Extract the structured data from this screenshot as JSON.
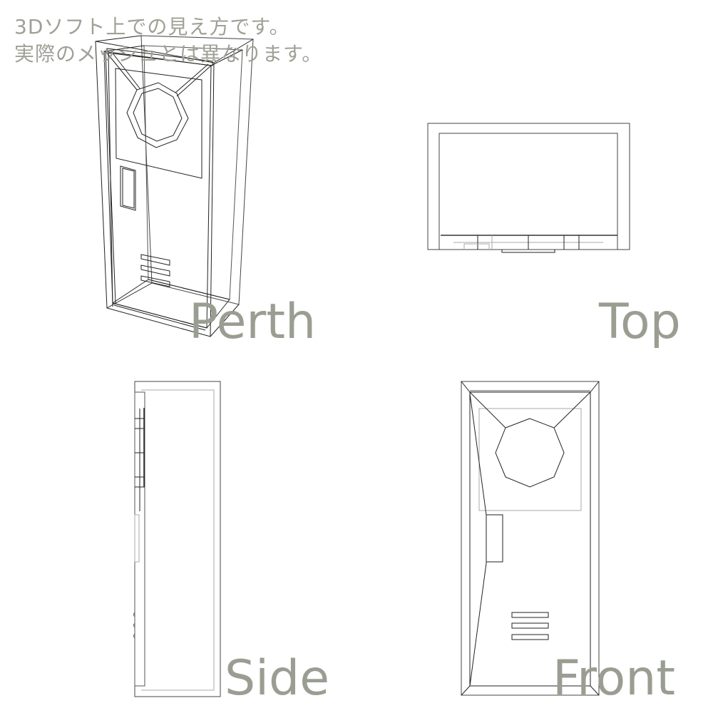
{
  "notes": {
    "line1": "3Dソフト上での見え方です。",
    "line2": "実際のメッシュとは異なります。"
  },
  "views": {
    "perspective": "Perth",
    "top": "Top",
    "side": "Side",
    "front": "Front"
  },
  "colors": {
    "label": "#9a9e92",
    "line": "#222222",
    "hidden_line": "#a8a8a8"
  }
}
